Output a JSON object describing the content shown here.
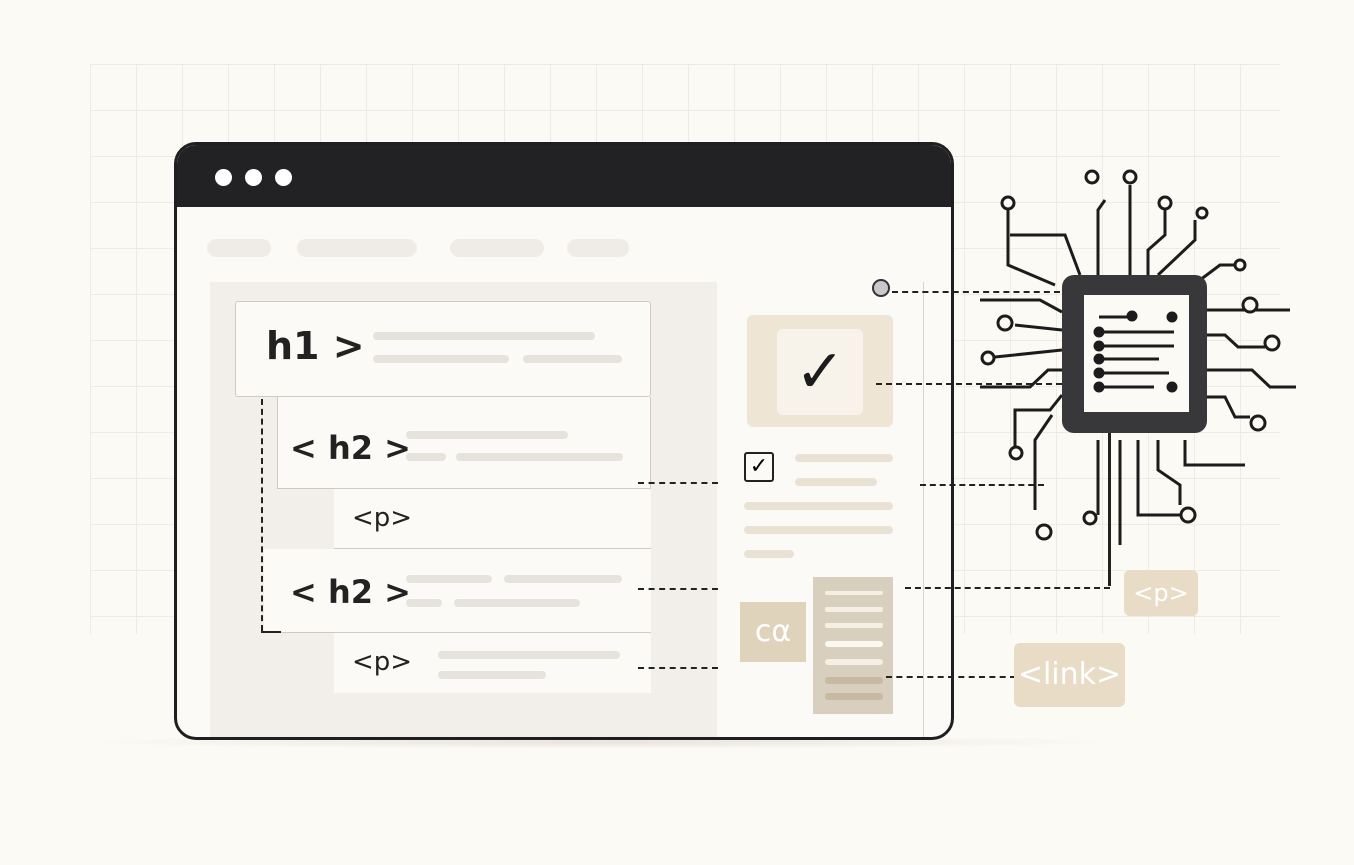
{
  "window": {
    "controls": [
      "dot",
      "dot",
      "dot"
    ]
  },
  "outline": {
    "items": [
      {
        "tag": "h1 >",
        "level": 1
      },
      {
        "tag": "< h2 >",
        "level": 2
      },
      {
        "tag": "<p>",
        "level": 3
      },
      {
        "tag": "< h2 >",
        "level": 2
      },
      {
        "tag": "<p>",
        "level": 3
      }
    ]
  },
  "floating_badges": [
    {
      "label": "<p>"
    },
    {
      "label": "<link>"
    }
  ],
  "right_panel": {
    "icon_label": "cα"
  },
  "colors": {
    "dark": "#222225",
    "accent": "#e8dcc6",
    "background": "#fcfaf5"
  }
}
